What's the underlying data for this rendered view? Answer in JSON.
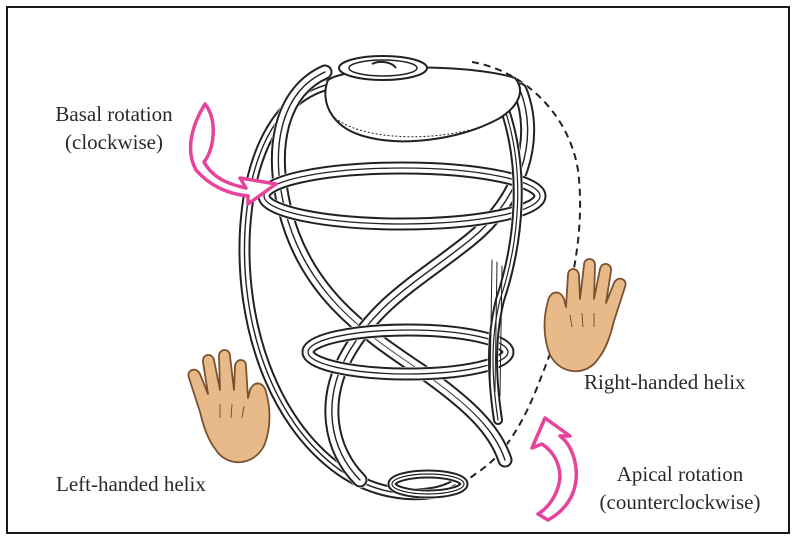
{
  "labels": {
    "basal_title": "Basal rotation",
    "basal_sub": "(clockwise)",
    "apical_title": "Apical rotation",
    "apical_sub": "(counterclockwise)",
    "right_helix": "Right-handed helix",
    "left_helix": "Left-handed helix"
  },
  "colors": {
    "arrow": "#e8439a",
    "hand_fill": "#e8ba8a",
    "hand_stroke": "#7a5230",
    "fiber_stroke": "#222222",
    "frame": "#1a1a1a"
  },
  "icons": {
    "basal_arrow": "curved-arrow-clockwise-icon",
    "apical_arrow": "curved-arrow-counterclockwise-icon",
    "right_hand": "right-hand-icon",
    "left_hand": "left-hand-icon"
  }
}
